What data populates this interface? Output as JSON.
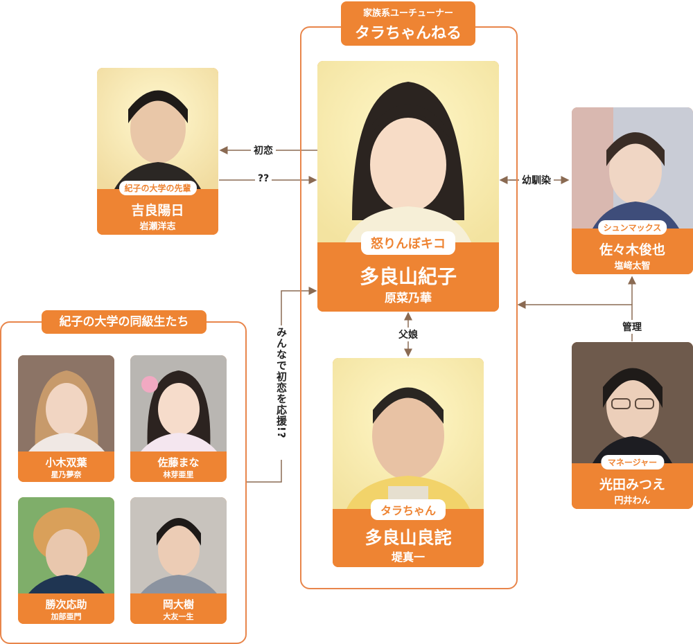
{
  "family_group": {
    "subtitle": "家族系ユーチューナー",
    "title": "タラちゃんねる"
  },
  "classmates_group": {
    "title": "紀子の大学の同級生たち"
  },
  "characters": {
    "noriko": {
      "tag": "怒りんぼキコ",
      "name": "多良山紀子",
      "actor": "原菜乃華"
    },
    "yoshiaki": {
      "tag": "タラちゃん",
      "name": "多良山良詫",
      "actor": "堤真一"
    },
    "haruhi": {
      "tag": "紀子の大学の先輩",
      "name": "吉良陽日",
      "actor": "岩瀬洋志"
    },
    "shunya": {
      "tag": "シュンマックス",
      "name": "佐々木俊也",
      "actor": "塩﨑太智"
    },
    "mitsue": {
      "tag": "マネージャー",
      "name": "光田みつえ",
      "actor": "円井わん"
    },
    "futaba": {
      "name": "小木双葉",
      "actor": "星乃夢奈"
    },
    "mana": {
      "name": "佐藤まな",
      "actor": "林芽亜里"
    },
    "shouji": {
      "name": "勝次応助",
      "actor": "加部亜門"
    },
    "daiki": {
      "name": "岡大樹",
      "actor": "大友一生"
    }
  },
  "relations": {
    "first_love": "初恋",
    "unknown": "??",
    "childhood_friend": "幼馴染",
    "father_daughter": "父娘",
    "manage": "管理",
    "cheer": "みんなで初恋を応援!?"
  },
  "colors": {
    "accent": "#ee8433",
    "frame": "#e8854a",
    "line": "#8a6a52"
  }
}
